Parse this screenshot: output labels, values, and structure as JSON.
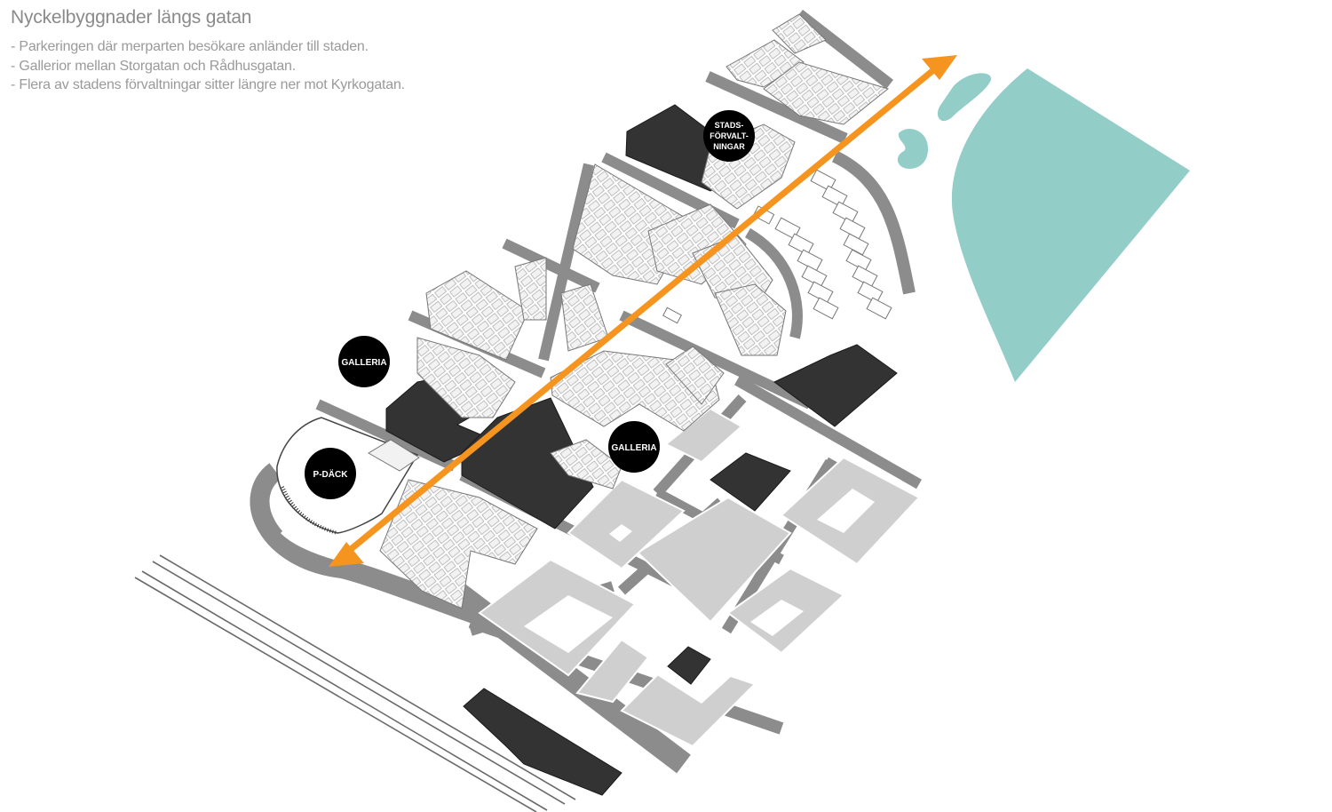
{
  "title": "Nyckelbyggnader längs gatan",
  "bullets": [
    "Parkeringen där merparten besökare anländer till staden.",
    "Gallerior mellan Storgatan och Rådhusgatan.",
    "Flera av stadens förvaltningar sitter längre ner mot Kyrkogatan."
  ],
  "markers": {
    "galleria_left": "GALLERIA",
    "galleria_right": "GALLERIA",
    "p_dack": "P-DÄCK",
    "stadsforvaltningar": [
      "STADS-",
      "FÖRVALT-",
      "NINGAR"
    ]
  },
  "colors": {
    "arrow": "#f5941f",
    "water": "#92cdc8",
    "key_building": "#333333",
    "road": "#8c8c8c",
    "block": "#cfcfcf"
  }
}
